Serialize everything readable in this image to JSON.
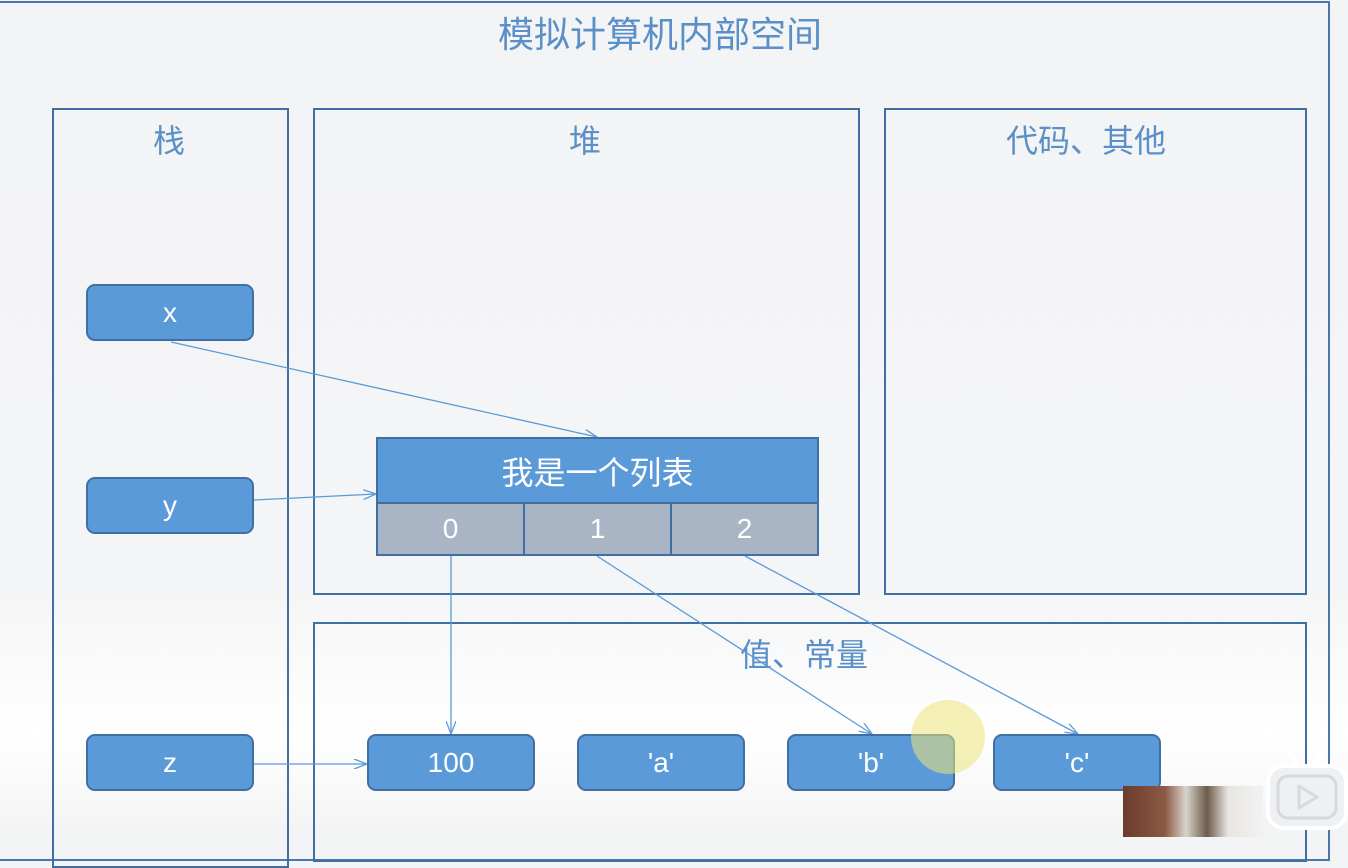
{
  "slide": {
    "title": "模拟计算机内部空间"
  },
  "regions": {
    "stack": "栈",
    "heap": "堆",
    "code_other": "代码、其他",
    "values_constants": "值、常量"
  },
  "stack_vars": {
    "x": "x",
    "y": "y",
    "z": "z"
  },
  "heap_list": {
    "label": "我是一个列表",
    "indices": [
      "0",
      "1",
      "2"
    ]
  },
  "values": [
    "100",
    "'a'",
    "'b'",
    "'c'"
  ],
  "colors": {
    "box_fill": "#5b9ad9",
    "box_border": "#3f6fa3",
    "cell_fill": "#a9b4c4",
    "label_text": "#5b8fc7"
  },
  "icons": {
    "player": "bilibili-tv-icon"
  }
}
